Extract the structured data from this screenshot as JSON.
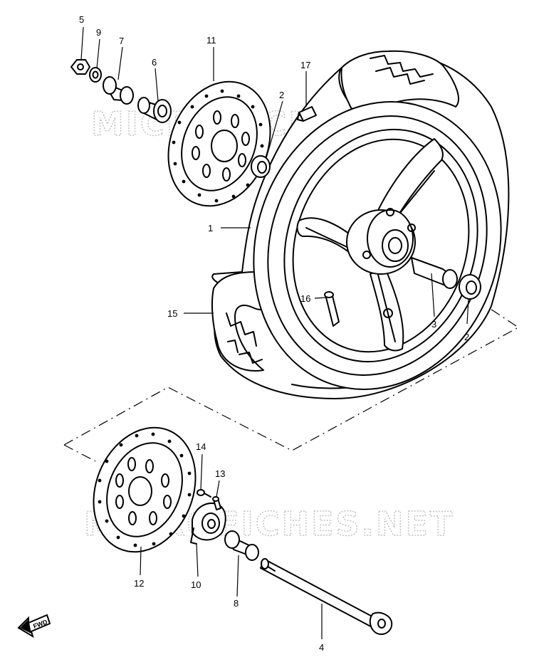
{
  "watermarks": [
    "MICROFICHES.NET",
    "MICROFICHES.NET"
  ],
  "fwd_label": "FWD",
  "parts": [
    {
      "id": "p1",
      "label": "1",
      "name": "wheel"
    },
    {
      "id": "p2a",
      "label": "2",
      "name": "bearing"
    },
    {
      "id": "p2b",
      "label": "2",
      "name": "bearing"
    },
    {
      "id": "p3",
      "label": "3",
      "name": "spacer"
    },
    {
      "id": "p4",
      "label": "4",
      "name": "axle"
    },
    {
      "id": "p5",
      "label": "5",
      "name": "nut"
    },
    {
      "id": "p6",
      "label": "6",
      "name": "collar"
    },
    {
      "id": "p7",
      "label": "7",
      "name": "spacer"
    },
    {
      "id": "p8",
      "label": "8",
      "name": "collar"
    },
    {
      "id": "p9",
      "label": "9",
      "name": "washer"
    },
    {
      "id": "p10",
      "label": "10",
      "name": "gear box"
    },
    {
      "id": "p11",
      "label": "11",
      "name": "disc"
    },
    {
      "id": "p12",
      "label": "12",
      "name": "disc"
    },
    {
      "id": "p13",
      "label": "13",
      "name": "bolt"
    },
    {
      "id": "p14",
      "label": "14",
      "name": "washer"
    },
    {
      "id": "p15",
      "label": "15",
      "name": "tire"
    },
    {
      "id": "p16",
      "label": "16",
      "name": "valve"
    },
    {
      "id": "p17",
      "label": "17",
      "name": "balancer"
    }
  ]
}
